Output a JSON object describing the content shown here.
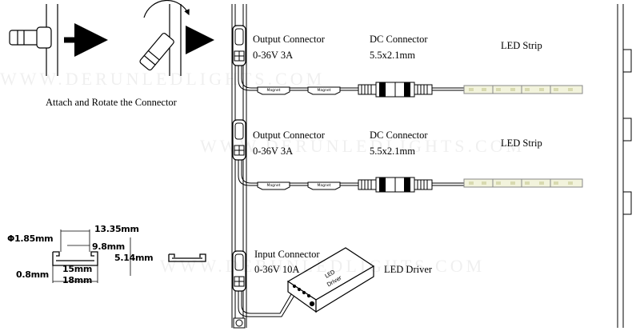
{
  "watermark": "WWW.DERUNLEDLIGHTS.COM",
  "caption": "Attach and Rotate the Connector",
  "branches": [
    {
      "connector_title": "Output Connector",
      "connector_rating": "0-36V 3A",
      "dc_title": "DC Connector",
      "dc_size": "5.5x2.1mm",
      "strip": "LED Strip"
    },
    {
      "connector_title": "Output Connector",
      "connector_rating": "0-36V 3A",
      "dc_title": "DC Connector",
      "dc_size": "5.5x2.1mm",
      "strip": "LED Strip"
    }
  ],
  "input": {
    "connector_title": "Input Connector",
    "connector_rating": "0-36V 10A",
    "driver": "LED Driver",
    "driver_box_label_1": "LED",
    "driver_box_label_2": "Driver"
  },
  "magnet_label": "Magnet",
  "profile_dims": {
    "width_top": "13.35mm",
    "hole": "Φ1.85mm",
    "inner": "9.8mm",
    "height": "5.14mm",
    "base_inner": "15mm",
    "thickness": "0.8mm",
    "base_outer": "18mm"
  }
}
